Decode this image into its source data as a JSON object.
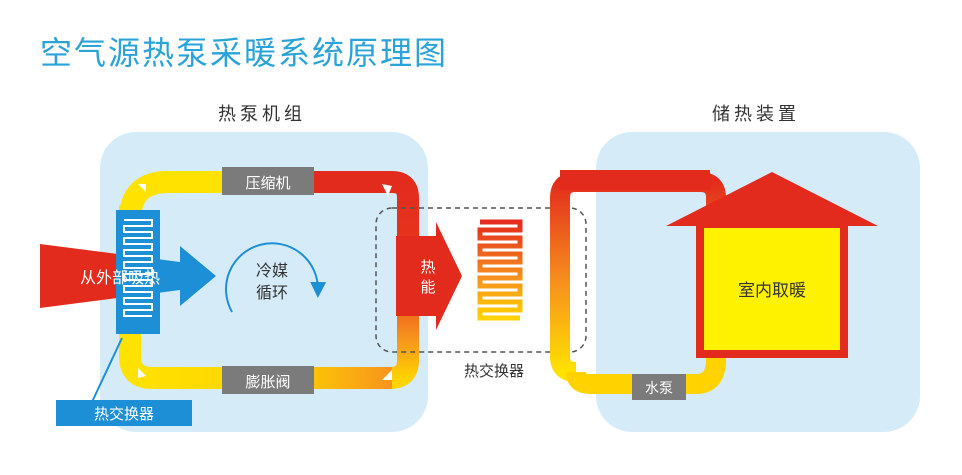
{
  "title": "空气源热泵采暖系统原理图",
  "sections": {
    "heat_pump_unit": "热泵机组",
    "heat_storage": "储热装置"
  },
  "labels": {
    "compressor": "压缩机",
    "expansion_valve": "膨胀阀",
    "refrigerant_cycle_line1": "冷媒",
    "refrigerant_cycle_line2": "循环",
    "absorb_heat": "从外部吸热",
    "heat_energy_line1": "热",
    "heat_energy_line2": "能",
    "heat_exchanger_left": "热交换器",
    "heat_exchanger_middle": "热交换器",
    "water_pump": "水泵",
    "indoor_heating": "室内取暖"
  },
  "colors": {
    "title": "#2aa3d8",
    "panel": "#d6ebf8",
    "pipe_hot": "#e32b1d",
    "pipe_warm": "#f7941d",
    "pipe_cold": "#ffe200",
    "blue": "#1d8fd6",
    "label_box": "#7b7b7b",
    "house_yellow": "#fff200",
    "house_red": "#e32b1d"
  },
  "icons": {
    "flow_arrow": "chevron-arrow-icon",
    "cycle": "circular-arrow-icon",
    "coil": "serpentine-coil-icon"
  }
}
